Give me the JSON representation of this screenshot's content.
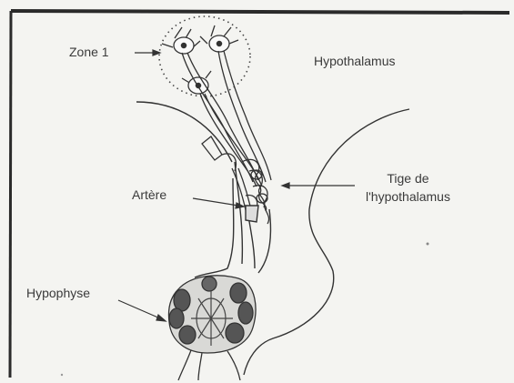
{
  "labels": {
    "zone1": "Zone 1",
    "hypothalamus": "Hypothalamus",
    "tige_line1": "Tige de",
    "tige_line2": "l'hypothalamus",
    "artere": "Artère",
    "hypophyse": "Hypophyse"
  },
  "colors": {
    "ink": "#3a3a3a",
    "paper": "#f4f4f1",
    "frame": "#2a2a2a",
    "gland_dark": "#555555"
  }
}
